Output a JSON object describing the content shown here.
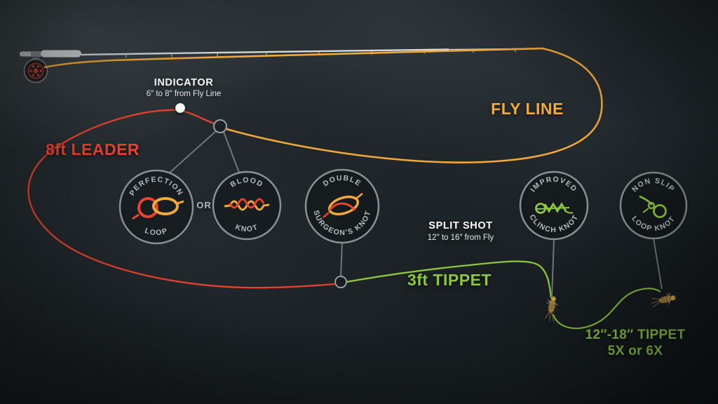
{
  "colors": {
    "fly_line": "#f2a93b",
    "leader": "#e8432f",
    "tippet": "#8dc63f",
    "text_gray": "#b6bbbd",
    "white": "#ffffff"
  },
  "labels": {
    "fly_line": "FLY LINE",
    "leader": "8ft LEADER",
    "tippet": "3ft TIPPET",
    "tippet2_line1": "12″-18″ TIPPET",
    "tippet2_line2": "5X or 6X",
    "or": "OR"
  },
  "callouts": {
    "indicator": {
      "title": "INDICATOR",
      "subtitle": "6″ to 8″ from Fly Line"
    },
    "split_shot": {
      "title": "SPLIT SHOT",
      "subtitle": "12″ to 16″ from Fly"
    }
  },
  "knots": [
    {
      "id": "perfection-loop",
      "top": "PERFECTION",
      "bottom": "LOOP"
    },
    {
      "id": "blood-knot",
      "top": "BLOOD",
      "bottom": "KNOT"
    },
    {
      "id": "double-surgeons-knot",
      "top": "DOUBLE",
      "bottom": "SURGEON'S KNOT"
    },
    {
      "id": "improved-clinch-knot",
      "top": "IMPROVED",
      "bottom": "CLINCH KNOT"
    },
    {
      "id": "non-slip-loop-knot",
      "top": "NON SLIP",
      "bottom": "LOOP KNOT"
    }
  ]
}
